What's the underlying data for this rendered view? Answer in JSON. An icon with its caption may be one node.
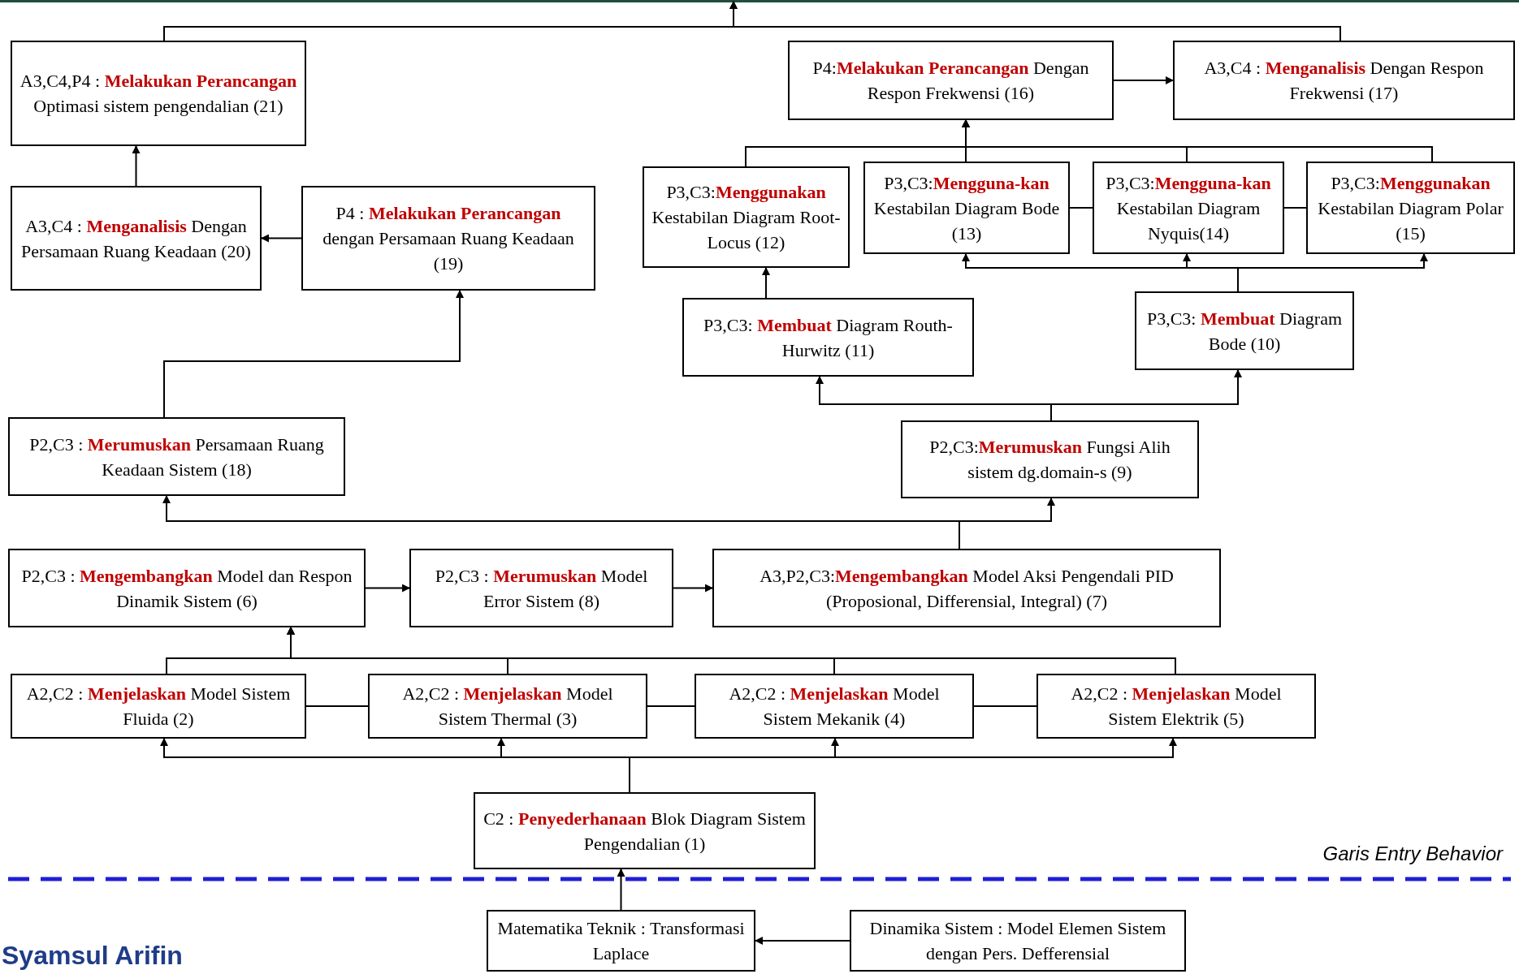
{
  "diagram": {
    "nodes": [
      {
        "text": [
          "A3,C4,P4 : **Melakukan Perancangan** Optimasi sistem pengendalian (21)"
        ]
      },
      {
        "text": [
          "A3,C4 : **Menganalisis** Dengan Respon Frekwensi (17)"
        ]
      },
      {
        "text": [
          "P4:**Melakukan Perancangan** Dengan Respon Frekwensi (16)"
        ]
      },
      {
        "text": [
          "A3,C4 : **Menganalisis** Dengan Persamaan Ruang Keadaan (20)"
        ]
      },
      {
        "text": [
          "P4 : **Melakukan Perancangan** dengan Persamaan Ruang Keadaan (19)"
        ]
      },
      {
        "text": [
          "P3,C3:**Menggunakan** Kestabilan Diagram Root-Locus (12)"
        ]
      },
      {
        "text": [
          "P3,C3:**Mengguna-kan** Kestabilan Diagram Bode (13)"
        ]
      },
      {
        "text": [
          "P3,C3:**Mengguna-kan** Kestabilan Diagram Nyquis(14)"
        ]
      },
      {
        "text": [
          "P3,C3:**Menggunakan** Kestabilan Diagram Polar (15)"
        ]
      },
      {
        "text": [
          "P3,C3: **Membuat** Diagram Routh-Hurwitz (11)"
        ]
      },
      {
        "text": [
          "P3,C3: **Membuat** Diagram Bode (10)"
        ]
      },
      {
        "text": [
          "P2,C3 : **Merumuskan** Persamaan Ruang Keadaan Sistem (18)"
        ]
      },
      {
        "text": [
          "P2,C3:**Merumuskan** Fungsi Alih sistem dg.domain-s (9)"
        ]
      },
      {
        "text": [
          "P2,C3 : **Mengembangkan** Model dan Respon Dinamik Sistem (6)"
        ]
      },
      {
        "text": [
          "P2,C3 : **Merumuskan** Model Error Sistem (8)"
        ]
      },
      {
        "text": [
          "A3,P2,C3:**Mengembangkan** Model Aksi Pengendali PID (Proposional, Differensial, Integral) (7)"
        ]
      },
      {
        "text": [
          "A2,C2 : **Menjelaskan** Model Sistem Fluida (2)"
        ]
      },
      {
        "text": [
          "A2,C2 : **Menjelaskan** Model Sistem Thermal (3)"
        ]
      },
      {
        "text": [
          "A2,C2 : **Menjelaskan** Model Sistem Mekanik (4)"
        ]
      },
      {
        "text": [
          "A2,C2 : **Menjelaskan** Model Sistem Elektrik (5)"
        ]
      },
      {
        "text": [
          "C2 : **Penyederhanaan** Blok Diagram Sistem Pengendalian (1)"
        ]
      },
      {
        "text": [
          "Matematika Teknik : Transformasi Laplace"
        ]
      },
      {
        "text": [
          "Dinamika Sistem : Model Elemen Sistem dengan Pers. Defferensial"
        ]
      }
    ],
    "edges": [
      {
        "from": 22,
        "to": 21,
        "arrow": "to"
      },
      {
        "from": 21,
        "to": 20,
        "arrow": "to"
      },
      {
        "from": 20,
        "to": 16,
        "arrow": "to"
      },
      {
        "from": 20,
        "to": 17,
        "arrow": "to"
      },
      {
        "from": 20,
        "to": 18,
        "arrow": "to"
      },
      {
        "from": 20,
        "to": 19,
        "arrow": "to"
      },
      {
        "from": 16,
        "to": 17,
        "arrow": "none"
      },
      {
        "from": 17,
        "to": 18,
        "arrow": "none"
      },
      {
        "from": 18,
        "to": 19,
        "arrow": "none"
      },
      {
        "from": 16,
        "to": 13,
        "arrow": "to"
      },
      {
        "from": 17,
        "to": 13,
        "arrow": "to"
      },
      {
        "from": 18,
        "to": 13,
        "arrow": "to"
      },
      {
        "from": 19,
        "to": 13,
        "arrow": "to"
      },
      {
        "from": 13,
        "to": 14,
        "arrow": "to"
      },
      {
        "from": 14,
        "to": 15,
        "arrow": "to"
      },
      {
        "from": 15,
        "to": 11,
        "arrow": "to"
      },
      {
        "from": 15,
        "to": 12,
        "arrow": "to"
      },
      {
        "from": 11,
        "to": 4,
        "arrow": "to"
      },
      {
        "from": 4,
        "to": 3,
        "arrow": "to"
      },
      {
        "from": 3,
        "to": 0,
        "arrow": "to"
      },
      {
        "from": 12,
        "to": 9,
        "arrow": "to"
      },
      {
        "from": 12,
        "to": 10,
        "arrow": "to"
      },
      {
        "from": 9,
        "to": 5,
        "arrow": "to"
      },
      {
        "from": 10,
        "to": 6,
        "arrow": "to"
      },
      {
        "from": 10,
        "to": 7,
        "arrow": "to"
      },
      {
        "from": 10,
        "to": 8,
        "arrow": "to"
      },
      {
        "from": 6,
        "to": 7,
        "arrow": "none"
      },
      {
        "from": 7,
        "to": 8,
        "arrow": "none"
      },
      {
        "from": 5,
        "to": 2,
        "arrow": "to"
      },
      {
        "from": 6,
        "to": 2,
        "arrow": "to"
      },
      {
        "from": 7,
        "to": 2,
        "arrow": "to"
      },
      {
        "from": 8,
        "to": 2,
        "arrow": "to"
      },
      {
        "from": 2,
        "to": 1,
        "arrow": "to"
      },
      {
        "from": 0,
        "to": null,
        "arrow": "to"
      },
      {
        "from": 1,
        "to": null,
        "arrow": "to"
      }
    ],
    "labels": [
      "Garis Entry Behavior",
      "Syamsul Arifin"
    ]
  }
}
